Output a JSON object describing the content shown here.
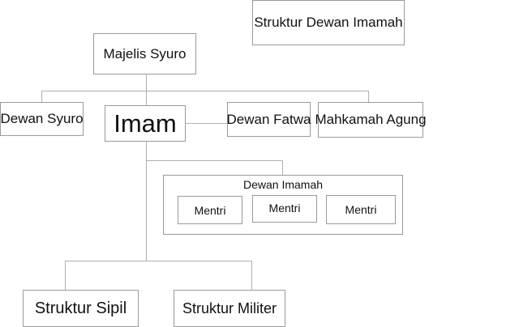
{
  "title": "Struktur Dewan Imamah",
  "nodes": {
    "majelis_syuro": "Majelis Syuro",
    "dewan_syuro": "Dewan Syuro",
    "imam": "Imam",
    "dewan_fatwa": "Dewan Fatwa",
    "mahkamah_agung": "Mahkamah Agung",
    "dewan_imamah": "Dewan Imamah",
    "mentri": [
      "Mentri",
      "Mentri",
      "Mentri"
    ],
    "struktur_sipil": "Struktur Sipil",
    "struktur_militer": "Struktur Militer"
  }
}
